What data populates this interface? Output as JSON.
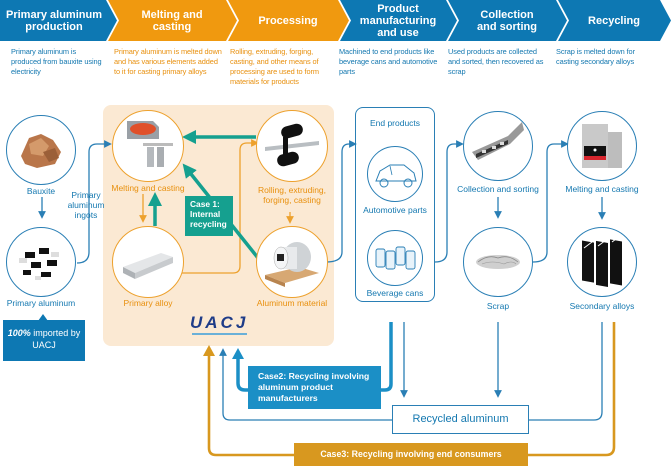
{
  "stages": [
    {
      "title": "Primary aluminum production",
      "color": "#0d78b3",
      "description": "Primary aluminum is produced from bauxite using electricity"
    },
    {
      "title": "Melting and casting",
      "color": "#f0990f",
      "description": "Primary aluminum is melted down and has various elements added to it for casting primary alloys"
    },
    {
      "title": "Processing",
      "color": "#f0990f",
      "description": "Rolling, extruding, forging, casting, and other means of processing are used to form materials for products"
    },
    {
      "title": "Product manufacturing and use",
      "color": "#0d78b3",
      "description": "Machined to end products like beverage cans and automotive parts"
    },
    {
      "title": "Collection and sorting",
      "color": "#0d78b3",
      "description": "Used products are collected and sorted, then recovered as scrap"
    },
    {
      "title": "Recycling",
      "color": "#0d78b3",
      "description": "Scrap is melted down for casting secondary alloys"
    }
  ],
  "nodes": {
    "bauxite": {
      "label": "Bauxite",
      "icon": "bauxite-ore-icon"
    },
    "primary_aluminum": {
      "label": "Primary aluminum",
      "icon": "aluminum-ingots-icon"
    },
    "ingots_label": "Primary aluminum ingots",
    "melting_casting": {
      "label": "Melting and casting",
      "icon": "furnace-icon"
    },
    "primary_alloy": {
      "label": "Primary alloy",
      "icon": "alloy-slab-icon"
    },
    "rolling": {
      "label": "Rolling, extruding, forging, casting",
      "icon": "rolling-mill-icon"
    },
    "aluminum_material": {
      "label": "Aluminum material",
      "icon": "aluminum-coil-icon"
    },
    "end_products_title": "End products",
    "automotive": {
      "label": "Automotive parts",
      "icon": "car-icon"
    },
    "beverage": {
      "label": "Beverage cans",
      "icon": "beverage-cans-icon"
    },
    "collection": {
      "label": "Collection and sorting",
      "icon": "sorting-conveyor-icon"
    },
    "scrap": {
      "label": "Scrap",
      "icon": "scrap-pile-icon"
    },
    "recycling_melting": {
      "label": "Melting and casting",
      "icon": "secondary-furnace-icon"
    },
    "secondary_alloys": {
      "label": "Secondary alloys",
      "icon": "secondary-alloy-stacks-icon"
    }
  },
  "imported_note": {
    "percent": "100%",
    "text": " imported by UACJ"
  },
  "logo": "UACJ",
  "cases": {
    "case1": "Case 1: Internal recycling",
    "case2": "Case2: Recycling involving aluminum product manufacturers",
    "case3": "Case3: Recycling involving end consumers"
  },
  "recycled_aluminum": "Recycled aluminum",
  "colors": {
    "blue": "#0d78b3",
    "orange": "#f0990f",
    "teal": "#15a08f",
    "gold": "#d8981f",
    "panel": "#fbe9d3"
  }
}
